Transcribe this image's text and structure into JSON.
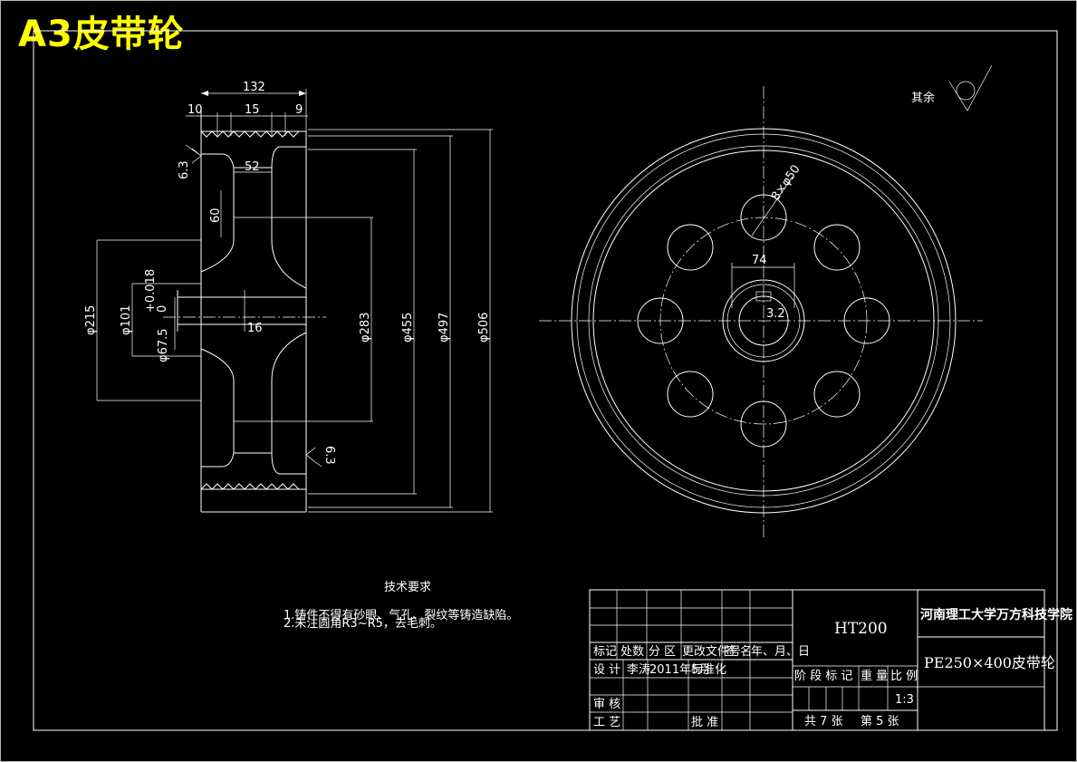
{
  "header": {
    "badge": "A3皮带轮"
  },
  "section_view": {
    "dims": {
      "overall_width": "132",
      "left_margin": "10",
      "groove_pitch": "15",
      "right_margin": "9",
      "web_width": "52",
      "web_offset": "60",
      "bore_key_depth": "16",
      "d_hub": "φ215",
      "d_hub_inner": "φ101",
      "d_bore": "φ67.5",
      "bore_tol_upper": "+0.018",
      "bore_tol_lower": "0",
      "d_web": "φ283",
      "d_rim_inner": "φ455",
      "d_pitch": "φ497",
      "d_outer": "φ506",
      "roughness_left": "6.3",
      "roughness_right": "6.3"
    }
  },
  "front_view": {
    "remaining_roughness": "其余",
    "hole_spec": "8×φ50",
    "hub_dim": "74",
    "key_dim": "3.2"
  },
  "tech_req": {
    "title": "技术要求",
    "line1": "1.铸件不得有砂眼、气孔、裂纹等铸造缺陷。",
    "line2": "2.未注圆角R3~R5，去毛刺。"
  },
  "title_block": {
    "material": "HT200",
    "school": "河南理工大学万方科技学院",
    "drawing_name": "PE250×400皮带轮",
    "scale": "1:3",
    "sheet_total": "共 7 张",
    "sheet_no": "第 5 张",
    "row_headers": [
      "标记",
      "处数",
      "分 区",
      "更改文件号",
      "签 名",
      "年、月、日"
    ],
    "design_label": "设 计",
    "designer": "李涛",
    "design_date": "2011年5月",
    "standard_label": "标准化",
    "review_label": "审 核",
    "process_label": "工 艺",
    "approve_label": "批 准",
    "stage_labels": [
      "阶 段 标 记",
      "重 量",
      "比 例"
    ]
  }
}
